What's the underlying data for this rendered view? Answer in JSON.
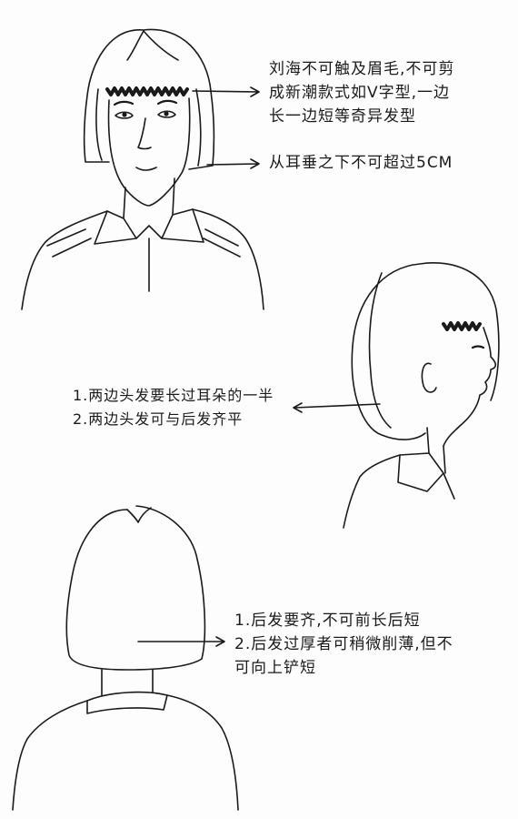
{
  "notes": {
    "bangs": {
      "lines": [
        "刘海不可触及眉毛,不可剪",
        "成新潮款式如V字型,一边",
        "长一边短等奇异发型"
      ]
    },
    "ear": {
      "lines": [
        "从耳垂之下不可超过5CM"
      ]
    },
    "side": {
      "lines": [
        "1.两边头发要长过耳朵的一半",
        "2.两边头发可与后发齐平"
      ]
    },
    "back": {
      "lines": [
        "1.后发要齐,不可前长后短",
        "2.后发过厚者可稍微削薄,但不",
        "可向上铲短"
      ]
    }
  },
  "colors": {
    "ink": "#1a1a1a",
    "paper": "#fdfdfd"
  }
}
